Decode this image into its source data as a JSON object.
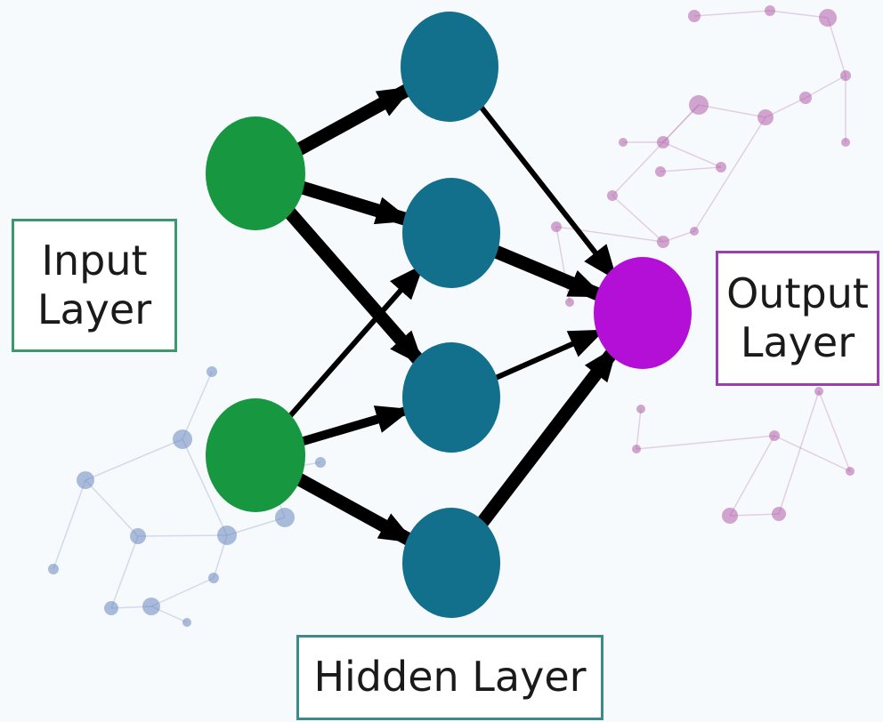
{
  "labels": {
    "input": [
      "Input",
      "Layer"
    ],
    "output": [
      "Output",
      "Layer"
    ],
    "hidden": "Hidden Layer"
  },
  "colors": {
    "input_node": "#17973f",
    "hidden_node": "#12708c",
    "output_node": "#b40fd6",
    "edge": "#000000",
    "background": "#f7fafc",
    "bg_blue": "#6a87bd",
    "bg_purple": "#b15ca8"
  },
  "network": {
    "layers": [
      {
        "name": "input",
        "count": 2
      },
      {
        "name": "hidden",
        "count": 4
      },
      {
        "name": "output",
        "count": 1
      }
    ],
    "connections": [
      {
        "from": "input-1",
        "to": "hidden-1",
        "weight": "thick"
      },
      {
        "from": "input-1",
        "to": "hidden-2",
        "weight": "thick"
      },
      {
        "from": "input-1",
        "to": "hidden-3",
        "weight": "thick"
      },
      {
        "from": "input-2",
        "to": "hidden-2",
        "weight": "thin"
      },
      {
        "from": "input-2",
        "to": "hidden-3",
        "weight": "medium"
      },
      {
        "from": "input-2",
        "to": "hidden-4",
        "weight": "thick"
      },
      {
        "from": "hidden-1",
        "to": "output-1",
        "weight": "thin"
      },
      {
        "from": "hidden-2",
        "to": "output-1",
        "weight": "thick"
      },
      {
        "from": "hidden-3",
        "to": "output-1",
        "weight": "thin"
      },
      {
        "from": "hidden-4",
        "to": "output-1",
        "weight": "thick"
      }
    ]
  }
}
